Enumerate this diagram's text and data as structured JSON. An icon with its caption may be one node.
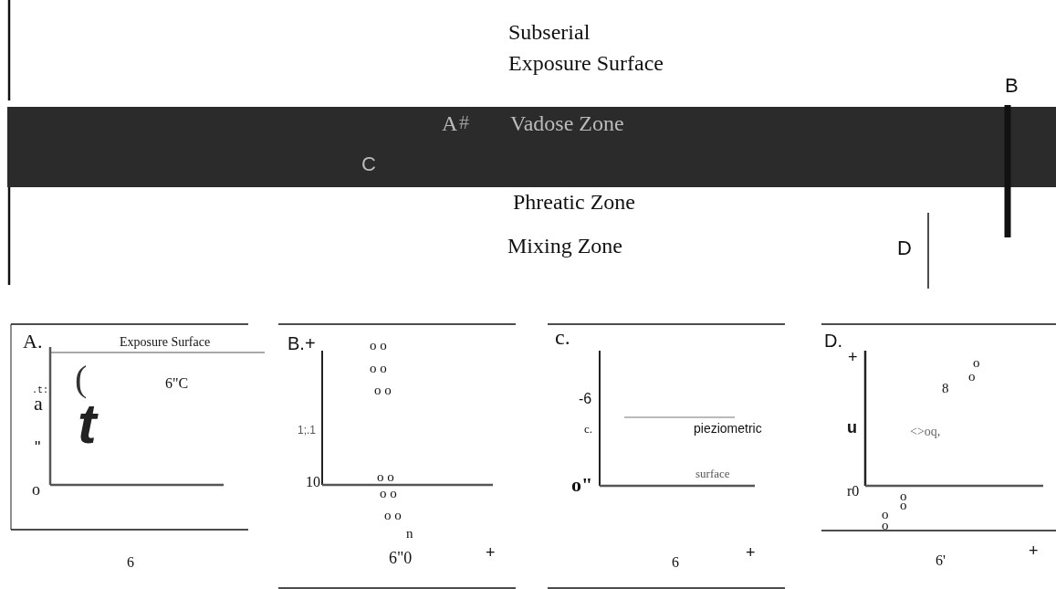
{
  "diagram": {
    "labels": [
      "Subserial Exposure Surface",
      "B",
      "A",
      "#",
      "Vadose Zone",
      "C",
      "Phreatic Zone",
      "Mixing Zone",
      "D",
      "A.",
      "Exposure Surface",
      "6\"C",
      ".t:",
      "a",
      "(",
      "t",
      "\"",
      "o",
      "6",
      "B.+",
      "o o",
      "o o",
      "o o",
      "1;.1",
      "10",
      "o o",
      "o o",
      "o o",
      "n",
      "6\"0",
      "+",
      "c.",
      "-6",
      "pieziometric",
      "c.",
      "o\"",
      "surface",
      "6",
      "+",
      "D.",
      "+",
      "o",
      "o",
      "8",
      "u",
      "<>oq,",
      "r0",
      "o",
      "o",
      "o",
      "o",
      "6'",
      "+"
    ]
  }
}
